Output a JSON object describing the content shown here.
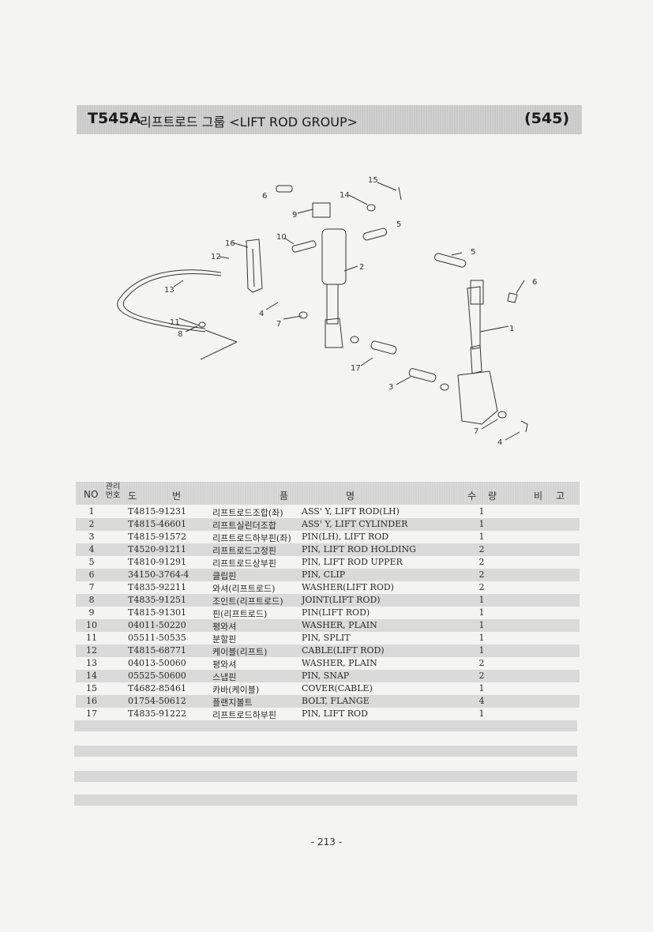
{
  "header": {
    "model": "T545A",
    "title": "리프트로드 그룹 <LIFT ROD GROUP>",
    "page_code": "(545)"
  },
  "diagram": {
    "callouts": [
      "1",
      "2",
      "3",
      "4",
      "4",
      "5",
      "5",
      "6",
      "6",
      "7",
      "7",
      "8",
      "9",
      "10",
      "11",
      "12",
      "13",
      "14",
      "15",
      "16",
      "17"
    ]
  },
  "table": {
    "headers": {
      "no": "NO",
      "code": "관리\n번호",
      "drawing_1": "도",
      "drawing_2": "번",
      "name_1": "품",
      "name_2": "명",
      "qty_1": "수",
      "qty_2": "량",
      "remarks_1": "비",
      "remarks_2": "고"
    },
    "rows": [
      {
        "no": "1",
        "part_no": "T4815-91231",
        "name_kr": "리프트로드조합(좌)",
        "name_en": "ASS' Y, LIFT ROD(LH)",
        "qty": "1"
      },
      {
        "no": "2",
        "part_no": "T4815-46601",
        "name_kr": "리프트실린더조합",
        "name_en": "ASS' Y, LIFT CYLINDER",
        "qty": "1"
      },
      {
        "no": "3",
        "part_no": "T4815-91572",
        "name_kr": "리프트로드하부핀(좌)",
        "name_en": "PIN(LH), LIFT ROD",
        "qty": "1"
      },
      {
        "no": "4",
        "part_no": "T4520-91211",
        "name_kr": "리프트로드고정핀",
        "name_en": "PIN, LIFT ROD HOLDING",
        "qty": "2"
      },
      {
        "no": "5",
        "part_no": "T4810-91291",
        "name_kr": "리프트로드상부핀",
        "name_en": "PIN, LIFT ROD UPPER",
        "qty": "2"
      },
      {
        "no": "6",
        "part_no": "34150-3764-4",
        "name_kr": "클립핀",
        "name_en": "PIN, CLIP",
        "qty": "2"
      },
      {
        "no": "7",
        "part_no": "T4835-92211",
        "name_kr": "와셔(리프트로드)",
        "name_en": "WASHER(LIFT ROD)",
        "qty": "2"
      },
      {
        "no": "8",
        "part_no": "T4835-91251",
        "name_kr": "조인트(리프트로드)",
        "name_en": "JOINT(LIFT ROD)",
        "qty": "1"
      },
      {
        "no": "9",
        "part_no": "T4815-91301",
        "name_kr": "핀(리프트로드)",
        "name_en": "PIN(LIFT ROD)",
        "qty": "1"
      },
      {
        "no": "10",
        "part_no": "04011-50220",
        "name_kr": "평와셔",
        "name_en": "WASHER, PLAIN",
        "qty": "1"
      },
      {
        "no": "11",
        "part_no": "05511-50535",
        "name_kr": "분할핀",
        "name_en": "PIN, SPLIT",
        "qty": "1"
      },
      {
        "no": "12",
        "part_no": "T4815-68771",
        "name_kr": "케이블(리프트)",
        "name_en": "CABLE(LIFT ROD)",
        "qty": "1"
      },
      {
        "no": "13",
        "part_no": "04013-50060",
        "name_kr": "평와셔",
        "name_en": "WASHER, PLAIN",
        "qty": "2"
      },
      {
        "no": "14",
        "part_no": "05525-50600",
        "name_kr": "스냅핀",
        "name_en": "PIN, SNAP",
        "qty": "2"
      },
      {
        "no": "15",
        "part_no": "T4682-85461",
        "name_kr": "카바(케이블)",
        "name_en": "COVER(CABLE)",
        "qty": "1"
      },
      {
        "no": "16",
        "part_no": "01754-50612",
        "name_kr": "플랜지볼트",
        "name_en": "BOLT, FLANGE",
        "qty": "4"
      },
      {
        "no": "17",
        "part_no": "T4835-91222",
        "name_kr": "리프트로드하부핀",
        "name_en": "PIN, LIFT ROD",
        "qty": "1"
      }
    ]
  },
  "footer": {
    "page_number": "- 213 -"
  }
}
